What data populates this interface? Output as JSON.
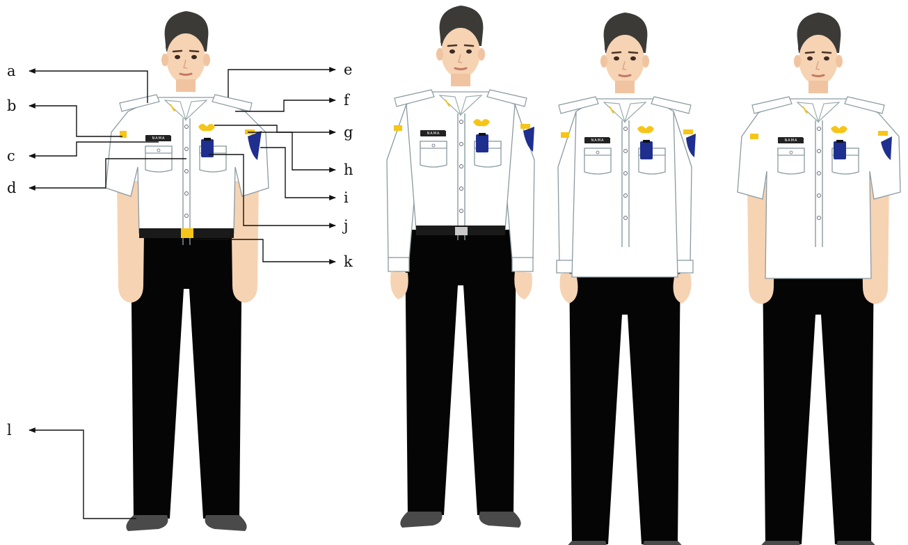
{
  "labels": {
    "a": "a",
    "b": "b",
    "c": "c",
    "d": "d",
    "e": "e",
    "f": "f",
    "g": "g",
    "h": "h",
    "i": "i",
    "j": "j",
    "k": "k",
    "l": "l"
  },
  "name_tag": "NAMA",
  "colors": {
    "hair": "#3b3a36",
    "skin": "#f6d3b3",
    "shirt": "#ffffff",
    "trousers": "#050505",
    "shoes": "#4a4a4a",
    "insignia_yellow": "#f5c518",
    "badge_blue": "#1f2f8f"
  },
  "figures": [
    {
      "id": "figure-1",
      "sleeve": "short",
      "tucked": true,
      "belt": "gold-buckle"
    },
    {
      "id": "figure-2",
      "sleeve": "long",
      "tucked": true,
      "belt": "silver-buckle"
    },
    {
      "id": "figure-3",
      "sleeve": "long",
      "tucked": false
    },
    {
      "id": "figure-4",
      "sleeve": "short",
      "tucked": false
    }
  ]
}
